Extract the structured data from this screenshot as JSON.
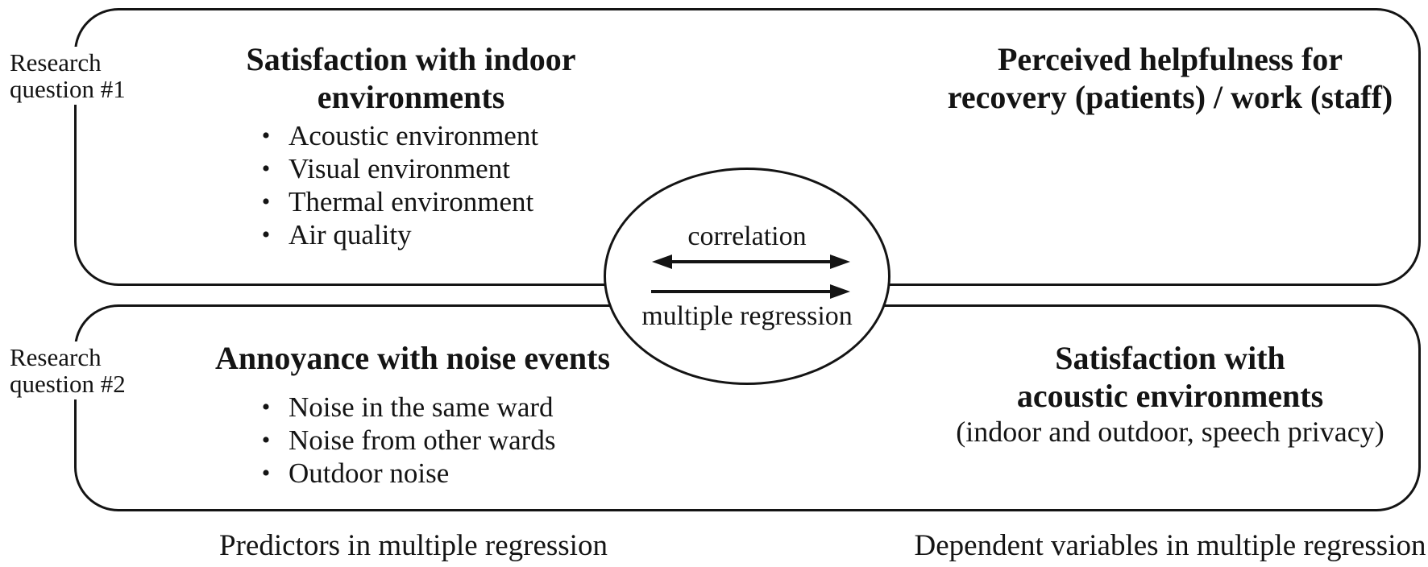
{
  "colors": {
    "ink": "#141414",
    "background": "#ffffff"
  },
  "side_labels": {
    "rq1": "Research\nquestion #1",
    "rq2": "Research\nquestion #2"
  },
  "top_box": {
    "left_title": "Satisfaction with indoor\nenvironments",
    "bullets": [
      "Acoustic environment",
      "Visual environment",
      "Thermal environment",
      "Air quality"
    ],
    "right_title": "Perceived helpfulness for\nrecovery (patients) / work (staff)"
  },
  "bottom_box": {
    "left_title": "Annoyance with noise events",
    "bullets": [
      "Noise in the same ward",
      "Noise from other wards",
      "Outdoor noise"
    ],
    "right_title": "Satisfaction with\nacoustic environments",
    "right_subtitle": "(indoor and outdoor, speech privacy)"
  },
  "connector": {
    "top_label": "correlation",
    "bottom_label": "multiple regression"
  },
  "captions": {
    "left": "Predictors in multiple regression",
    "right": "Dependent variables in multiple regression"
  }
}
